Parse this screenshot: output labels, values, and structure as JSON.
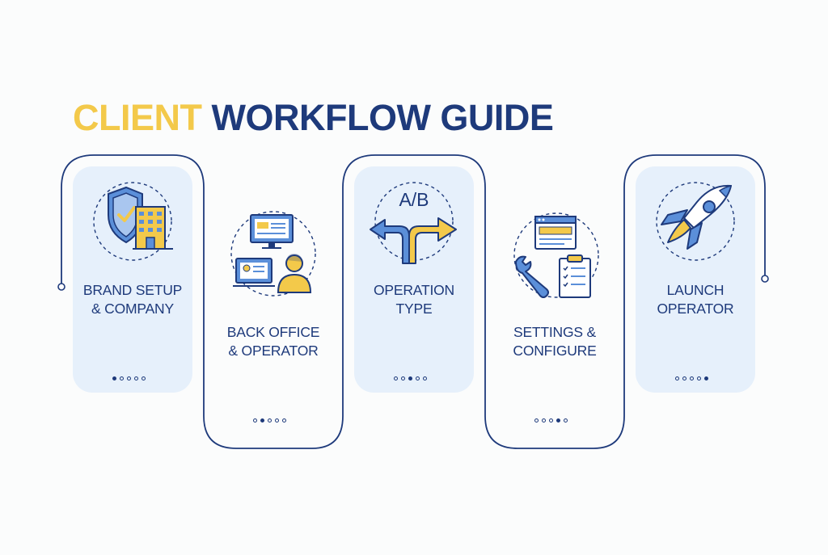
{
  "title": {
    "part1": "CLIENT",
    "part2": "WORKFLOW GUIDE"
  },
  "colors": {
    "navy": "#1e3a7b",
    "yellow": "#f3c94a",
    "blue": "#5b8fd9",
    "card_fill": "#e6f0fb"
  },
  "steps": [
    {
      "line1": "BRAND SETUP",
      "line2": "& COMPANY",
      "icon": "shield-building-icon",
      "active_dot": 1,
      "dot_count": 5
    },
    {
      "line1": "BACK OFFICE",
      "line2": "& OPERATOR",
      "icon": "monitor-operator-icon",
      "active_dot": 2,
      "dot_count": 5
    },
    {
      "line1": "OPERATION",
      "line2": "TYPE",
      "icon": "ab-split-arrows-icon",
      "active_dot": 3,
      "dot_count": 5
    },
    {
      "line1": "SETTINGS &",
      "line2": "CONFIGURE",
      "icon": "wrench-clipboard-icon",
      "active_dot": 4,
      "dot_count": 5
    },
    {
      "line1": "LAUNCH",
      "line2": "OPERATOR",
      "icon": "rocket-icon",
      "active_dot": 5,
      "dot_count": 5
    }
  ],
  "ab_text": "A/B"
}
